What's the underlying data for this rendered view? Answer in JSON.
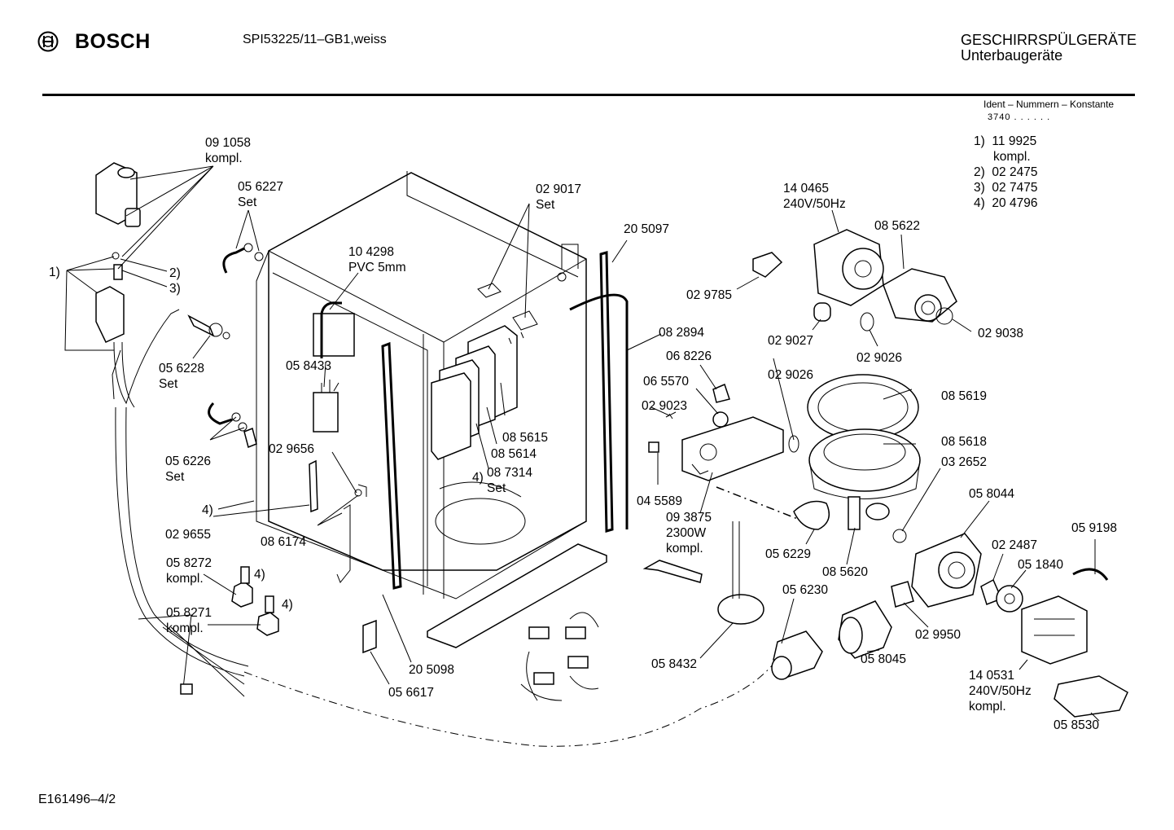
{
  "header": {
    "brand": "BOSCH",
    "model": "SPI53225/11–GB1,weiss",
    "category": "GESCHIRRSPÜLGERÄTE",
    "subcategory": "Unterbaugeräte",
    "ident_title": "Ident – Nummern – Konstante",
    "ident_value": "3740 .  .  .  .  .  ."
  },
  "references": [
    {
      "key": "1)",
      "value": "11 9925",
      "extra": "kompl."
    },
    {
      "key": "2)",
      "value": "02 2475"
    },
    {
      "key": "3)",
      "value": "02 7475"
    },
    {
      "key": "4)",
      "value": "20 4796"
    }
  ],
  "labels": {
    "p091058": [
      "09 1058",
      "kompl."
    ],
    "p056227": [
      "05 6227",
      "Set"
    ],
    "p104298": [
      "10 4298",
      "PVC 5mm"
    ],
    "p029017": [
      "02 9017",
      "Set"
    ],
    "p205097": [
      "20 5097"
    ],
    "p140465": [
      "14 0465",
      "240V/50Hz"
    ],
    "p085622": [
      "08 5622"
    ],
    "p029785": [
      "02 9785"
    ],
    "p029027": [
      "02 9027"
    ],
    "p029026a": [
      "02 9026"
    ],
    "p029038": [
      "02 9038"
    ],
    "p056228": [
      "05 6228",
      "Set"
    ],
    "p058433": [
      "05 8433"
    ],
    "p082894": [
      "08 2894"
    ],
    "p068226": [
      "06 8226"
    ],
    "p065570": [
      "06 5570"
    ],
    "p029026b": [
      "02 9026"
    ],
    "p085619": [
      "08 5619"
    ],
    "p029023": [
      "02 9023"
    ],
    "p085615": [
      "08 5615"
    ],
    "p085614": [
      "08 5614"
    ],
    "p087314": [
      "08 7314",
      "Set"
    ],
    "p085618": [
      "08 5618"
    ],
    "p032652": [
      "03 2652"
    ],
    "p056226": [
      "05 6226",
      "Set"
    ],
    "p029656": [
      "02 9656"
    ],
    "p045589": [
      "04 5589"
    ],
    "p093875": [
      "09 3875",
      "2300W",
      "kompl."
    ],
    "p058044": [
      "05 8044"
    ],
    "p059198": [
      "05 9198"
    ],
    "p029655": [
      "02 9655"
    ],
    "p086174": [
      "08 6174"
    ],
    "p022487": [
      "02 2487"
    ],
    "p051840": [
      "05 1840"
    ],
    "p056229": [
      "05 6229"
    ],
    "p085620": [
      "08 5620"
    ],
    "p058272": [
      "05 8272",
      "kompl."
    ],
    "p058271": [
      "05 8271",
      "kompl."
    ],
    "p056230": [
      "05 6230"
    ],
    "p029950": [
      "02 9950"
    ],
    "p058045": [
      "05 8045"
    ],
    "p058432": [
      "05 8432"
    ],
    "p205098": [
      "20 5098"
    ],
    "p056617": [
      "05 6617"
    ],
    "p140531": [
      "14 0531",
      "240V/50Hz",
      "kompl."
    ],
    "p058530": [
      "05 8530"
    ]
  },
  "markers": {
    "m1": "1)",
    "m2": "2)",
    "m3": "3)",
    "m4a": "4)",
    "m4b": "4)",
    "m4c": "4)",
    "m4d": "4)"
  },
  "footer": {
    "code": "E161496–4/2"
  }
}
